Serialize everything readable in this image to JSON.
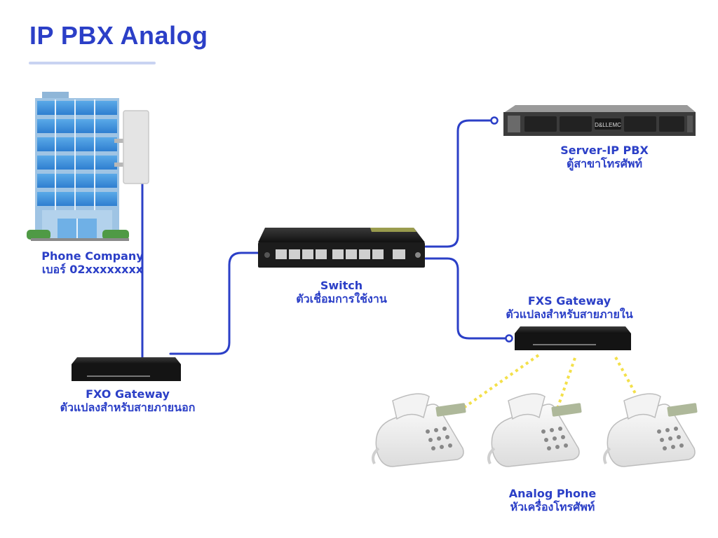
{
  "title": "IP PBX Analog",
  "colors": {
    "accent": "#2b3fc7",
    "link": "#2b3fc7",
    "wireless": "#f3e04a"
  },
  "nodes": {
    "phone_company": {
      "line1": "Phone Company",
      "line2": "เบอร์ 02xxxxxxxx",
      "icon": "office-building-icon"
    },
    "switch": {
      "line1": "Switch",
      "line2": "ตัวเชื่อมการใช้งาน",
      "icon": "network-switch-icon"
    },
    "server": {
      "line1": "Server-IP PBX",
      "line2": "ตู้สาขาโทรศัพท์",
      "icon": "rack-server-icon"
    },
    "fxs": {
      "line1": "FXS Gateway",
      "line2": "ตัวแปลงสำหรับสายภายใน",
      "icon": "gateway-icon"
    },
    "fxo": {
      "line1": "FXO Gateway",
      "line2": "ตัวแปลงสำหรับสายภายนอก",
      "icon": "gateway-icon"
    },
    "phones": {
      "line1": "Analog Phone",
      "line2": "หัวเครื่องโทรศัพท์",
      "icon": "desk-phone-icon"
    }
  },
  "server_brand": "D&LLEMC"
}
